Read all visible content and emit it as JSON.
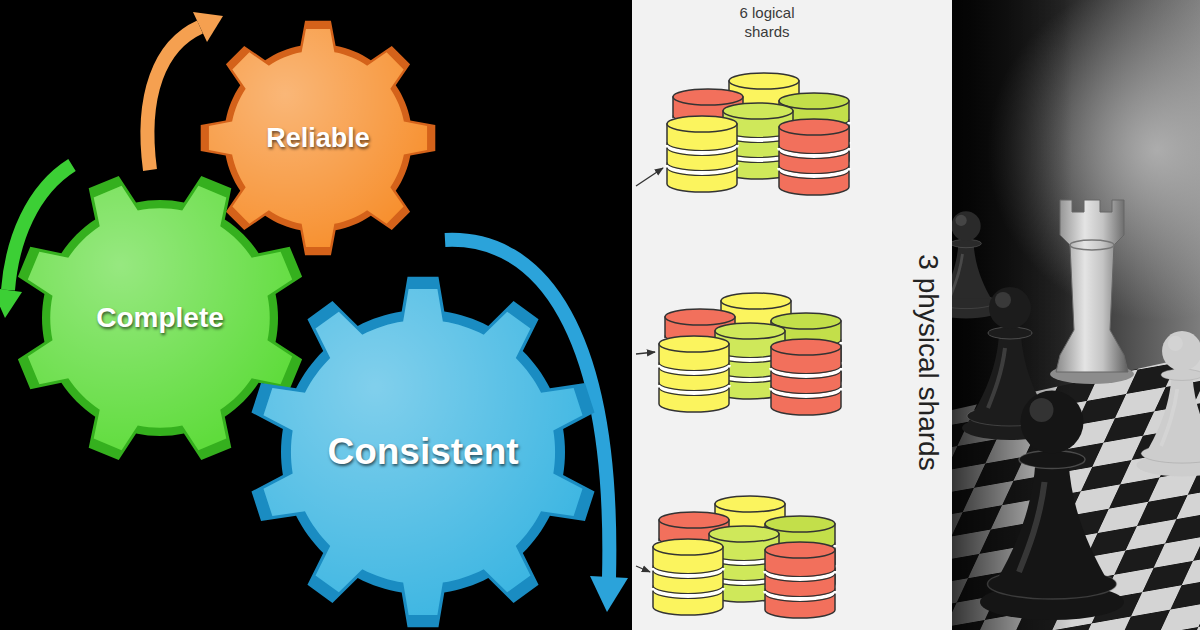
{
  "diagram": {
    "nodes": [
      {
        "text": [
          "Reliable"
        ]
      },
      {
        "text": [
          "Complete"
        ]
      },
      {
        "text": [
          "Consistent"
        ]
      }
    ],
    "labels": [
      "6 logical shards",
      "3 physical shards"
    ]
  }
}
